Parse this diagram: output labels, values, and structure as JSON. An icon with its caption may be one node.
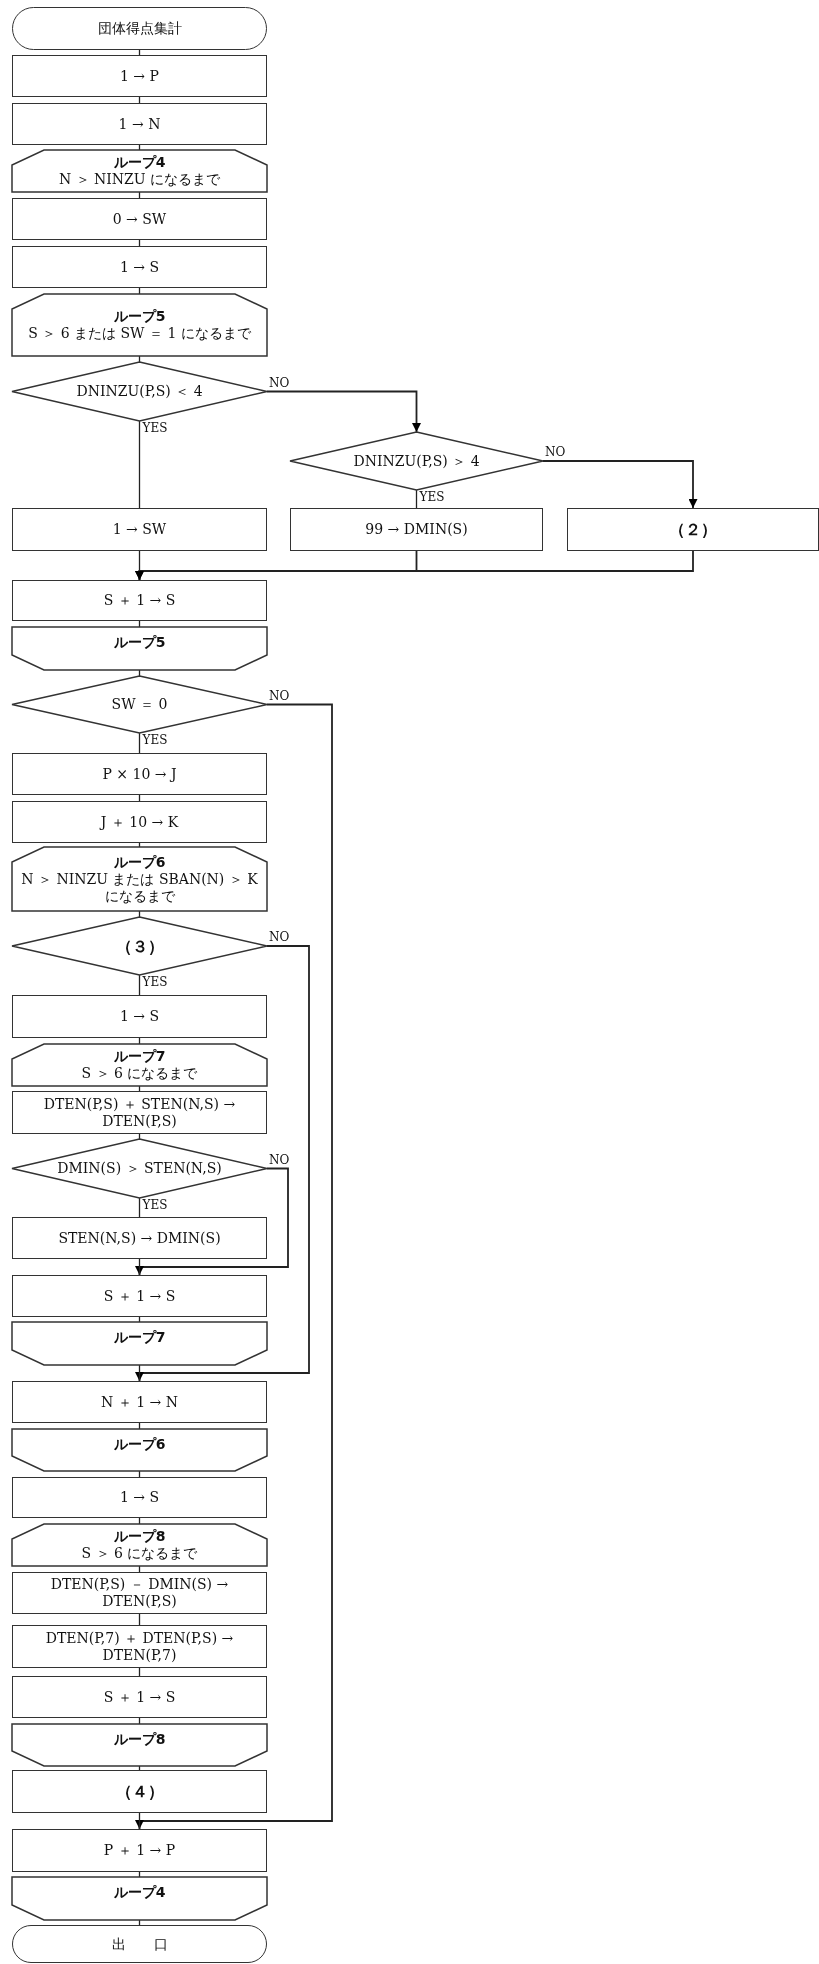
{
  "diagram": {
    "nodes": [
      {
        "text": [
          "団体得点集計"
        ]
      },
      {
        "text": [
          "1 → P"
        ]
      },
      {
        "text": [
          "1 → N"
        ]
      },
      {
        "text": [
          "ループ4",
          "N ＞ NINZU になるまで"
        ]
      },
      {
        "text": [
          "0 → SW"
        ]
      },
      {
        "text": [
          "1 → S"
        ]
      },
      {
        "text": [
          "ループ5",
          "S ＞ 6 または SW ＝ 1 になるまで"
        ]
      },
      {
        "text": [
          "DNINZU(P,S) ＜ 4"
        ]
      },
      {
        "text": [
          "DNINZU(P,S) ＞ 4"
        ]
      },
      {
        "text": [
          "1 → SW"
        ]
      },
      {
        "text": [
          "99 → DMIN(S)"
        ]
      },
      {
        "text": [
          "（２）"
        ]
      },
      {
        "text": [
          "S ＋ 1 → S"
        ]
      },
      {
        "text": [
          "ループ5"
        ]
      },
      {
        "text": [
          "SW ＝ 0"
        ]
      },
      {
        "text": [
          "P × 10 → J"
        ]
      },
      {
        "text": [
          "J ＋ 10 → K"
        ]
      },
      {
        "text": [
          "ループ6",
          "N ＞ NINZU または SBAN(N) ＞ K になるまで"
        ]
      },
      {
        "text": [
          "（３）"
        ]
      },
      {
        "text": [
          "1 → S"
        ]
      },
      {
        "text": [
          "ループ7",
          "S ＞ 6 になるまで"
        ]
      },
      {
        "text": [
          "DTEN(P,S) ＋ STEN(N,S) → DTEN(P,S)"
        ]
      },
      {
        "text": [
          "DMIN(S) ＞ STEN(N,S)"
        ]
      },
      {
        "text": [
          "STEN(N,S) → DMIN(S)"
        ]
      },
      {
        "text": [
          "S ＋ 1 → S"
        ]
      },
      {
        "text": [
          "ループ7"
        ]
      },
      {
        "text": [
          "N ＋ 1 → N"
        ]
      },
      {
        "text": [
          "ループ6"
        ]
      },
      {
        "text": [
          "1 → S"
        ]
      },
      {
        "text": [
          "ループ8",
          "S ＞ 6 になるまで"
        ]
      },
      {
        "text": [
          "DTEN(P,S) － DMIN(S) → DTEN(P,S)"
        ]
      },
      {
        "text": [
          "DTEN(P,7) ＋ DTEN(P,S) → DTEN(P,7)"
        ]
      },
      {
        "text": [
          "S ＋ 1 → S"
        ]
      },
      {
        "text": [
          "ループ8"
        ]
      },
      {
        "text": [
          "（４）"
        ]
      },
      {
        "text": [
          "P ＋ 1 → P"
        ]
      },
      {
        "text": [
          "ループ4"
        ]
      },
      {
        "text": [
          "出　　口"
        ]
      }
    ],
    "edges": [
      {
        "from": 0,
        "to": 1,
        "arrow": "none"
      },
      {
        "from": 1,
        "to": 2,
        "arrow": "none"
      },
      {
        "from": 2,
        "to": 3,
        "arrow": "none"
      },
      {
        "from": 3,
        "to": 4,
        "arrow": "none"
      },
      {
        "from": 4,
        "to": 5,
        "arrow": "none"
      },
      {
        "from": 5,
        "to": 6,
        "arrow": "none"
      },
      {
        "from": 6,
        "to": 7,
        "arrow": "none"
      },
      {
        "from": 7,
        "to": 9,
        "arrow": "none",
        "label": "YES"
      },
      {
        "from": 7,
        "to": 8,
        "arrow": "to",
        "label": "NO"
      },
      {
        "from": 8,
        "to": 10,
        "arrow": "none",
        "label": "YES"
      },
      {
        "from": 8,
        "to": 11,
        "arrow": "to",
        "label": "NO"
      },
      {
        "from": 9,
        "to": 12,
        "arrow": "none"
      },
      {
        "from": 10,
        "to": 12,
        "arrow": "to"
      },
      {
        "from": 11,
        "to": 12,
        "arrow": "to"
      },
      {
        "from": 12,
        "to": 13,
        "arrow": "none"
      },
      {
        "from": 13,
        "to": 14,
        "arrow": "none"
      },
      {
        "from": 14,
        "to": 15,
        "arrow": "none",
        "label": "YES"
      },
      {
        "from": 14,
        "to": 35,
        "arrow": "to",
        "label": "NO"
      },
      {
        "from": 15,
        "to": 16,
        "arrow": "none"
      },
      {
        "from": 16,
        "to": 17,
        "arrow": "none"
      },
      {
        "from": 17,
        "to": 18,
        "arrow": "none"
      },
      {
        "from": 18,
        "to": 19,
        "arrow": "none",
        "label": "YES"
      },
      {
        "from": 18,
        "to": 26,
        "arrow": "to",
        "label": "NO"
      },
      {
        "from": 19,
        "to": 20,
        "arrow": "none"
      },
      {
        "from": 20,
        "to": 21,
        "arrow": "none"
      },
      {
        "from": 21,
        "to": 22,
        "arrow": "none"
      },
      {
        "from": 22,
        "to": 23,
        "arrow": "none",
        "label": "YES"
      },
      {
        "from": 22,
        "to": 24,
        "arrow": "to",
        "label": "NO"
      },
      {
        "from": 23,
        "to": 24,
        "arrow": "none"
      },
      {
        "from": 24,
        "to": 25,
        "arrow": "none"
      },
      {
        "from": 25,
        "to": 26,
        "arrow": "none"
      },
      {
        "from": 26,
        "to": 27,
        "arrow": "none"
      },
      {
        "from": 27,
        "to": 28,
        "arrow": "none"
      },
      {
        "from": 28,
        "to": 29,
        "arrow": "none"
      },
      {
        "from": 29,
        "to": 30,
        "arrow": "none"
      },
      {
        "from": 30,
        "to": 31,
        "arrow": "none"
      },
      {
        "from": 31,
        "to": 32,
        "arrow": "none"
      },
      {
        "from": 32,
        "to": 33,
        "arrow": "none"
      },
      {
        "from": 33,
        "to": 34,
        "arrow": "none"
      },
      {
        "from": 34,
        "to": 35,
        "arrow": "none"
      },
      {
        "from": 35,
        "to": 36,
        "arrow": "none"
      },
      {
        "from": 36,
        "to": 37,
        "arrow": "none"
      }
    ]
  }
}
